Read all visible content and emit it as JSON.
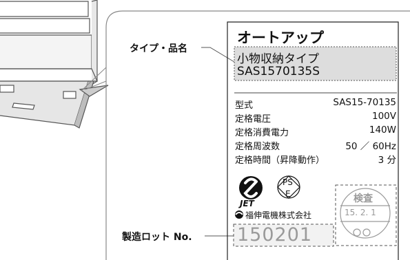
{
  "labels": {
    "type_name": "タイプ・品名",
    "lot_no": "製造ロット No."
  },
  "nameplate": {
    "brand": "オートアップ",
    "type": "小物収納タイプ",
    "model_code": "SAS1570135S",
    "specs": [
      {
        "key": "型式",
        "value": "SAS15-70135"
      },
      {
        "key": "定格電圧",
        "value": "100V"
      },
      {
        "key": "定格消費電力",
        "value": "140W"
      },
      {
        "key": "定格周波数",
        "value": "50 ／ 60Hz"
      },
      {
        "key": "定格時間（昇降動作）",
        "value": "3 分"
      }
    ],
    "jet_mark": "JET",
    "pse_mark": {
      "top": "PS",
      "bottom": "E"
    },
    "manufacturer": "福伸電機株式会社",
    "lot_number": "150201",
    "inspection": {
      "label": "検査",
      "date": "15. 2. 1"
    }
  },
  "colors": {
    "line": "#555555",
    "highlight_bg": "#dddddd",
    "stamp": "#9a9a9a"
  },
  "icons": [
    "s-logo-icon",
    "jet-logo-icon",
    "pse-mark-icon",
    "company-logo-icon",
    "inspection-stamp-icon"
  ]
}
